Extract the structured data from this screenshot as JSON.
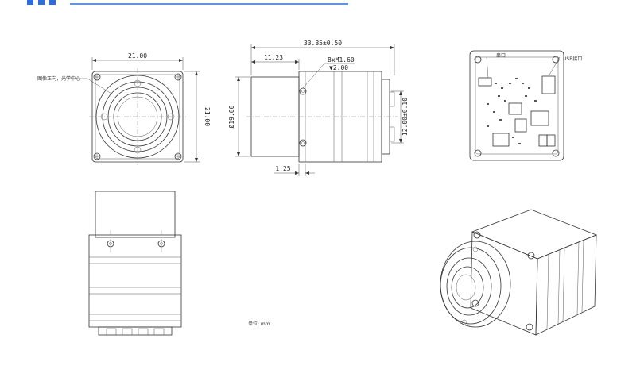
{
  "colors": {
    "accent": "#2e6fd9",
    "line": "#333333"
  },
  "front_view": {
    "width_label": "21.00",
    "height_label": "21.00",
    "callout_label": "图像正向，光学中心"
  },
  "side_view": {
    "length_label": "33.85±0.50",
    "offset_label": "11.23",
    "thread_label": "8xM1.60",
    "depth_label": "▼2.00",
    "diameter_label": "Ø19.00",
    "hole_spacing_label": "12.00±0.10",
    "flange_label": "1.25"
  },
  "rear_view": {
    "connector_label_left": "串口",
    "connector_label_right": "USB接口"
  },
  "unit_note": "单位: mm"
}
